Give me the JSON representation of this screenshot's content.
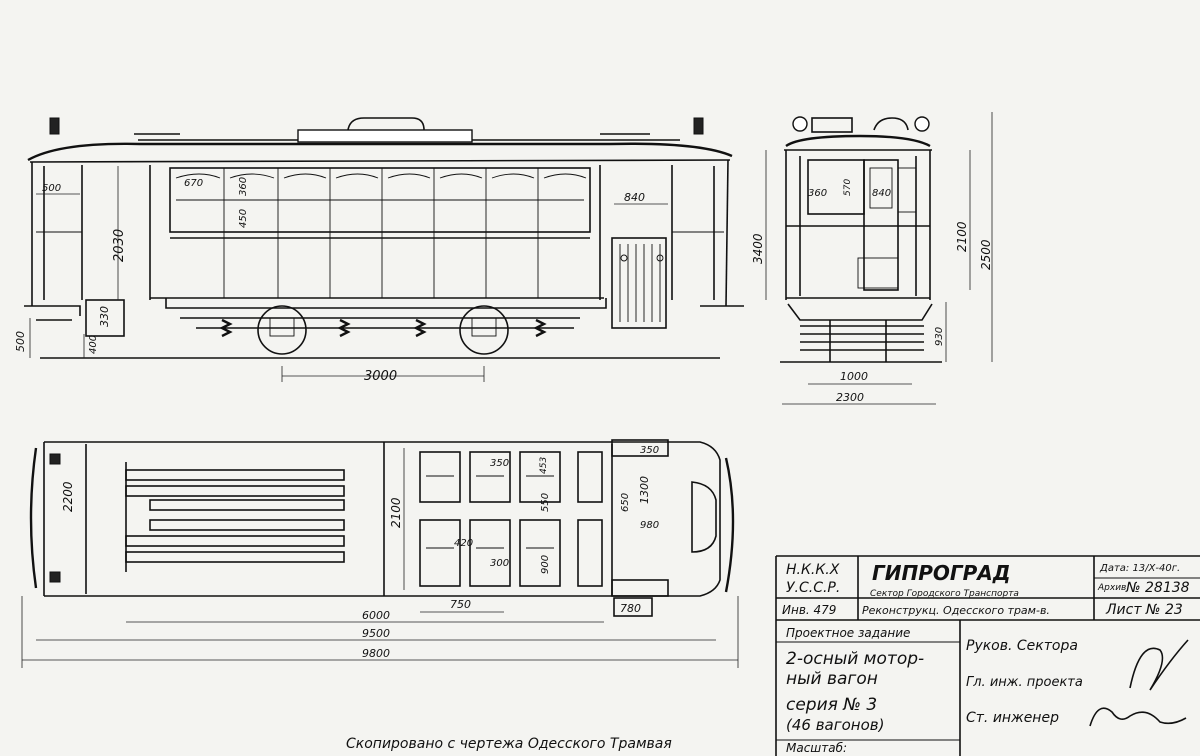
{
  "side_view": {
    "dims": {
      "d500_top": "500",
      "d670": "670",
      "d360": "360",
      "d450": "450",
      "d2030": "2030",
      "d840": "840",
      "d330": "330",
      "d400": "400",
      "d500_left": "500",
      "d3000": "3000"
    }
  },
  "end_view": {
    "dims": {
      "d360": "360",
      "d570": "570",
      "d840": "840",
      "d3400": "3400",
      "d2100": "2100",
      "d2500": "2500",
      "d930": "930",
      "d1000": "1000",
      "d2300": "2300"
    }
  },
  "plan_view": {
    "dims": {
      "d2200": "2200",
      "d2100": "2100",
      "d350a": "350",
      "d453": "453",
      "d350b": "350",
      "d550": "550",
      "d650": "650",
      "d1300": "1300",
      "d980": "980",
      "d420": "420",
      "d300": "300",
      "d900": "900",
      "d750": "750",
      "d780": "780",
      "d6000": "6000",
      "d9500": "9500",
      "d9800": "9800"
    }
  },
  "title_block": {
    "org_line1": "Н.К.К.Х",
    "org_line2": "У.С.С.Р.",
    "institute": "ГИПРОГРАД",
    "sector": "Сектор Городского Транспорта",
    "date": "Дата: 13/Х-40г.",
    "archive_label": "Архив",
    "archive_no": "№ 28138",
    "inv_no": "Инв. 479",
    "reconstruction": "Реконструкц. Одесского трам-в.",
    "sheet_no": "Лист № 23",
    "assignment": "Проектное задание",
    "desc1": "2-осный мотор-",
    "desc2": "ный вагон",
    "desc3": "серия № 3",
    "desc4": "(46 вагонов)",
    "role1": "Руков. Сектора",
    "role2": "Гл. инж. проекта",
    "role3": "Ст. инженер",
    "scale_label": "Масштаб:"
  },
  "footer_note": "Скопировано с чертежа Одесского Трамвая"
}
